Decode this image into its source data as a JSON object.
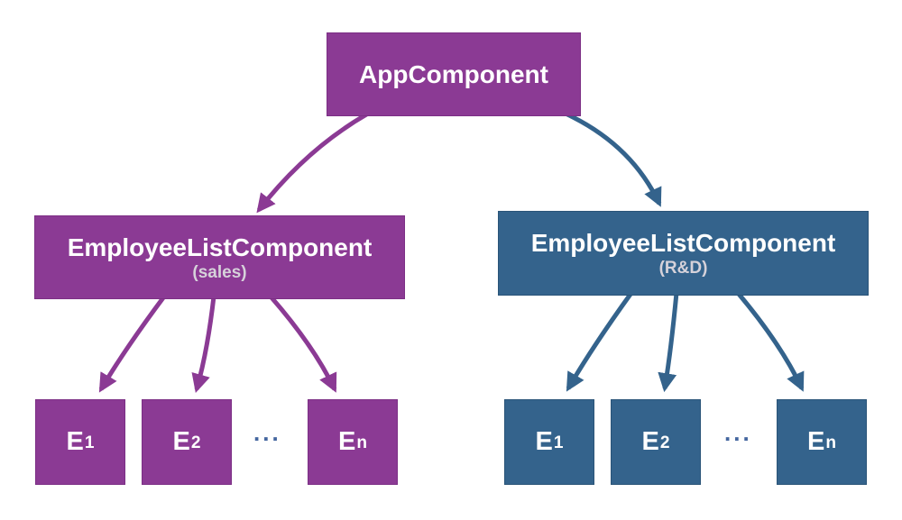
{
  "diagram": {
    "root": {
      "title": "AppComponent"
    },
    "branches": [
      {
        "id": "sales",
        "title": "EmployeeListComponent",
        "subtitle": "(sales)",
        "color": "#8b3a94",
        "ellipsis": "...",
        "children": [
          {
            "base": "E",
            "sub": "1"
          },
          {
            "base": "E",
            "sub": "2"
          },
          {
            "base": "E",
            "sub": "n"
          }
        ]
      },
      {
        "id": "rnd",
        "title": "EmployeeListComponent",
        "subtitle": "(R&D)",
        "color": "#34638c",
        "ellipsis": "...",
        "children": [
          {
            "base": "E",
            "sub": "1"
          },
          {
            "base": "E",
            "sub": "2"
          },
          {
            "base": "E",
            "sub": "n"
          }
        ]
      }
    ],
    "colors": {
      "purple": "#8b3a94",
      "purple_border": "#7c2f85",
      "blue": "#34638c",
      "blue_border": "#2a5478",
      "ellipsis": "#44669f",
      "background": "#ffffff",
      "title_text": "#ffffff",
      "subtitle_text": "#d6d2da"
    }
  }
}
